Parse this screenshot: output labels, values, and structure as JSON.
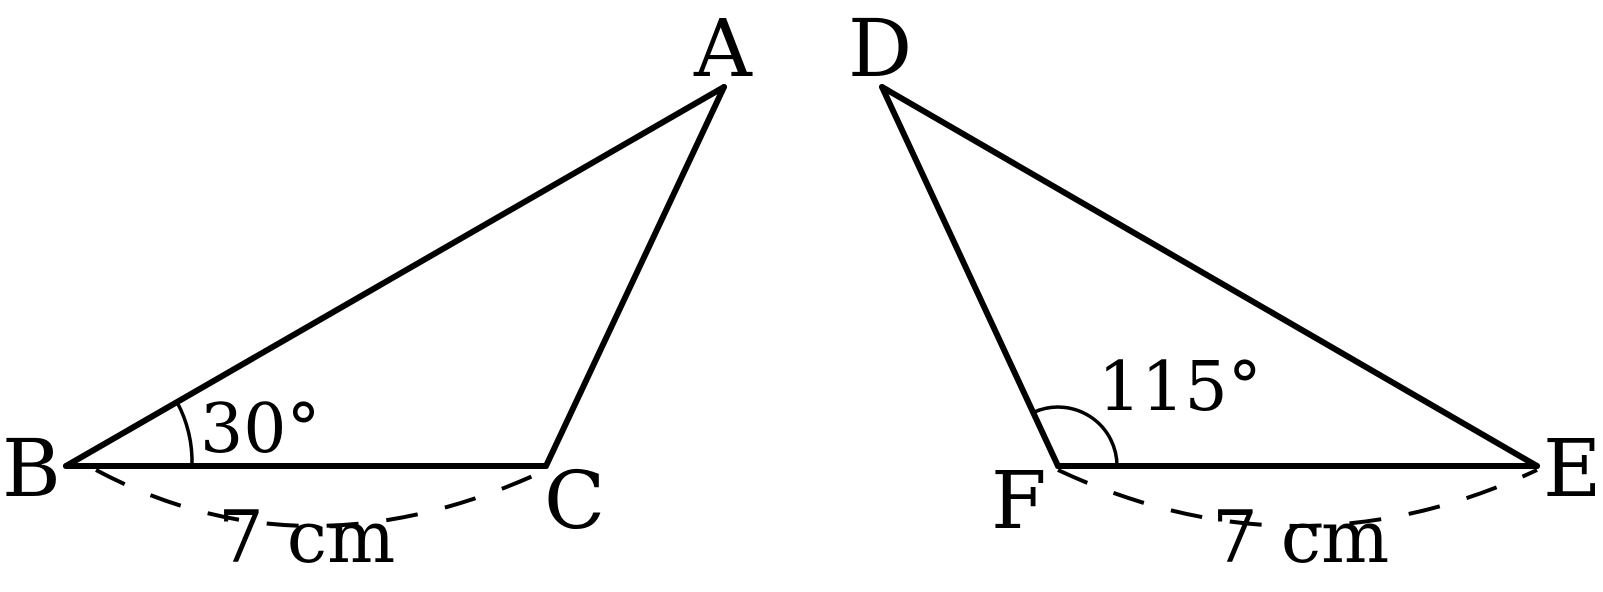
{
  "triangle_left": {
    "vertices": {
      "a": "A",
      "b": "B",
      "c": "C"
    },
    "angle_b": "30°",
    "side_bc": "7 cm"
  },
  "triangle_right": {
    "vertices": {
      "d": "D",
      "e": "E",
      "f": "F"
    },
    "angle_f": "115°",
    "side_fe": "7 cm"
  }
}
